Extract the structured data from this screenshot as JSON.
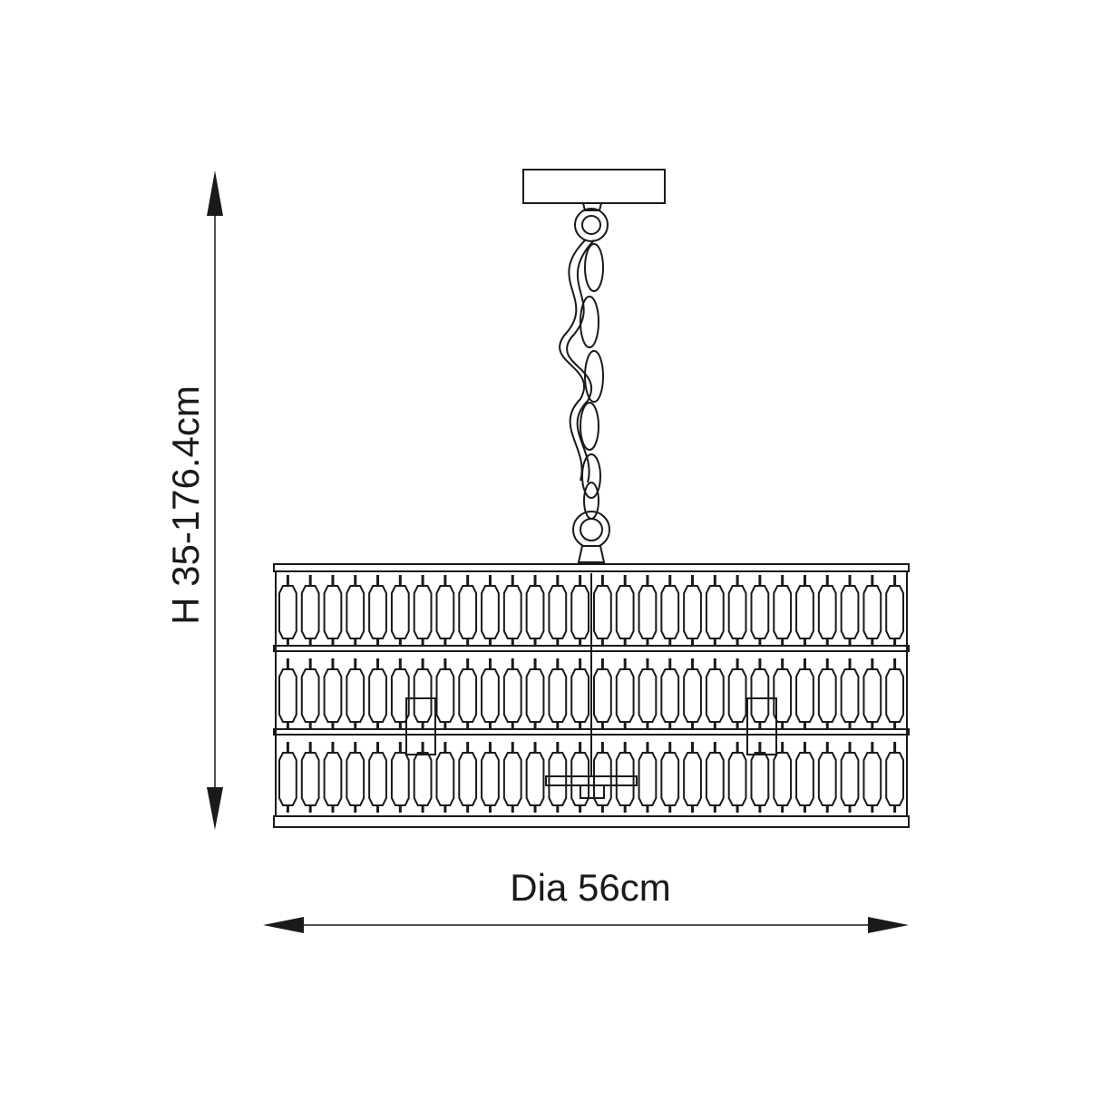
{
  "dimensions": {
    "diameter_label": "Dia 56cm",
    "height_label": "H 35-176.4cm"
  },
  "drawing": {
    "subject": "pendant light with chain and cylindrical beaded shade",
    "rows_of_beads": 3,
    "beads_per_row": 28,
    "line_color": "#1a1a1a",
    "background": "#ffffff"
  }
}
